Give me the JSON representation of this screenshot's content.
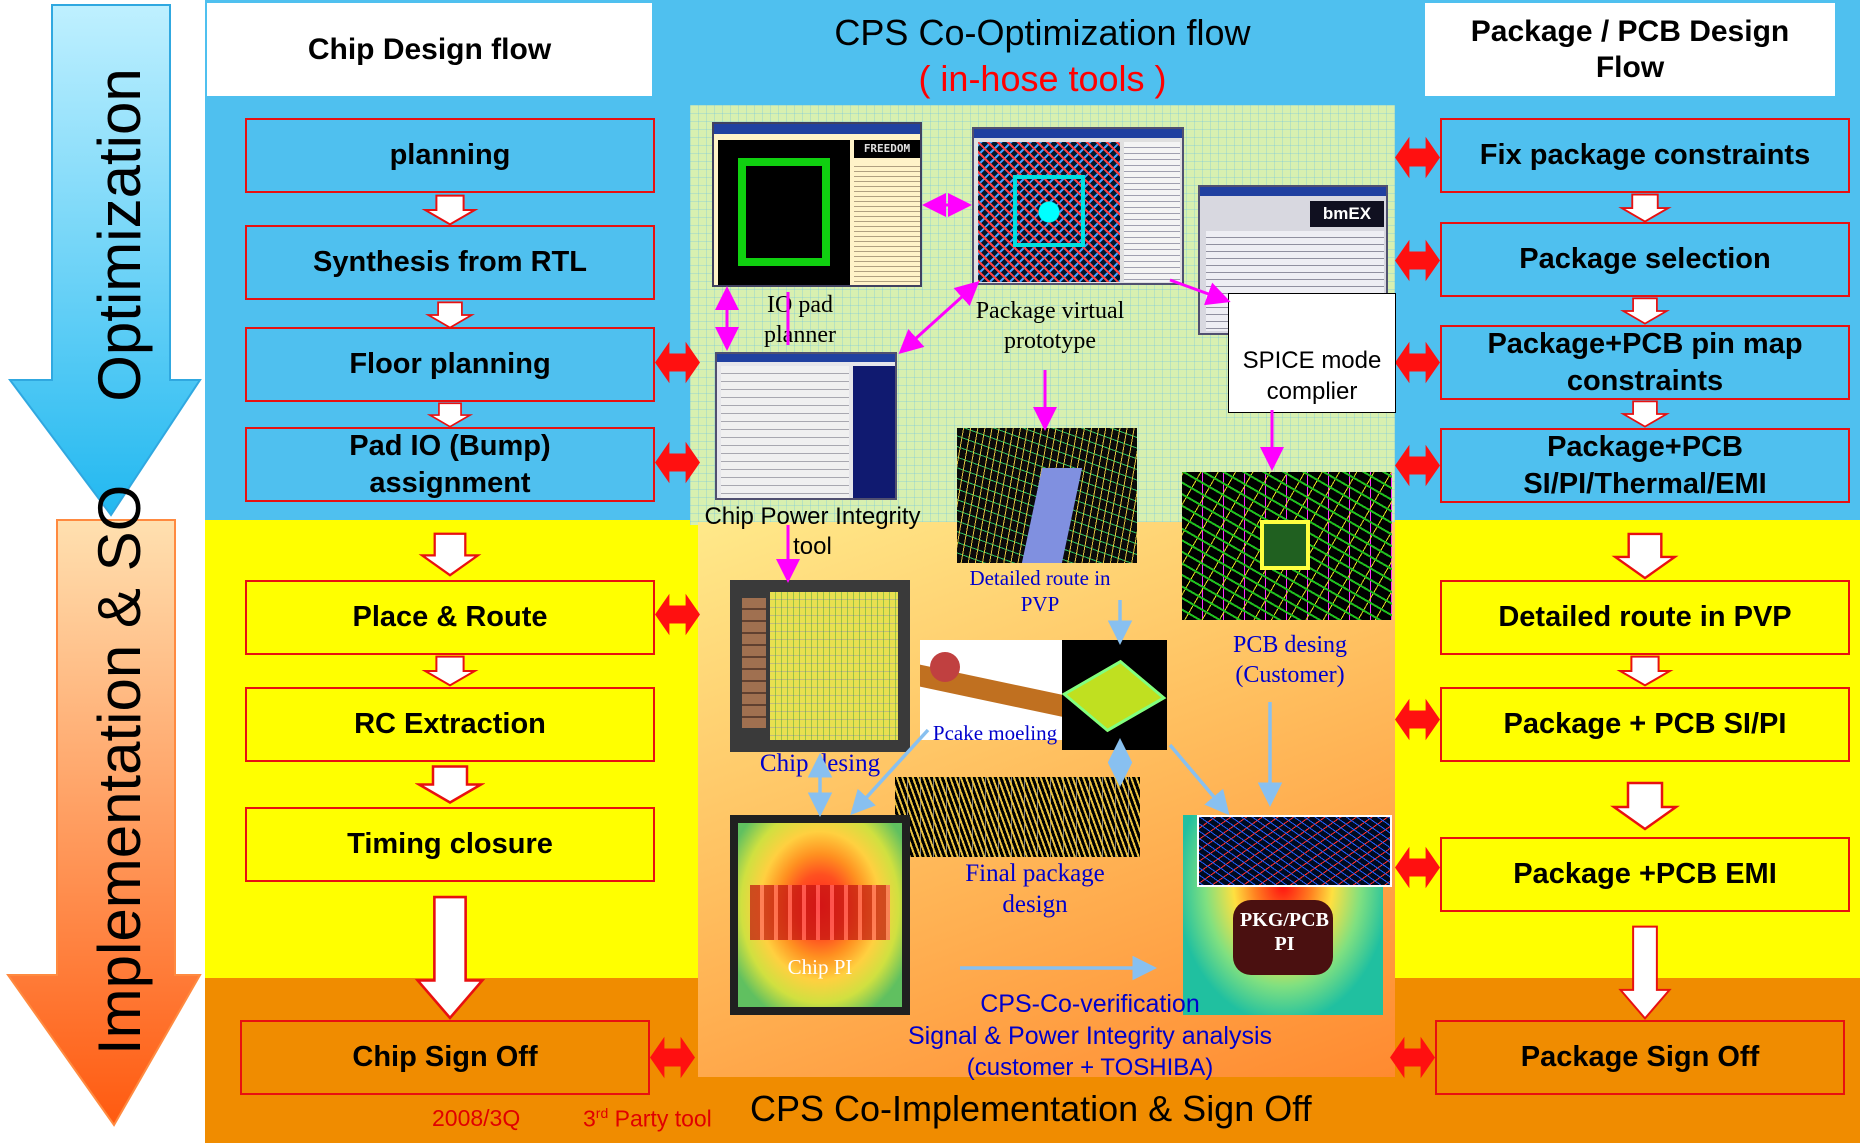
{
  "side_labels": {
    "top": "Optimization",
    "bottom": "Implementation & SO"
  },
  "headers": {
    "chip": "Chip Design flow",
    "center_title": "CPS Co-Optimization flow",
    "center_subtitle": "( in-hose tools )",
    "package": "Package / PCB Design Flow"
  },
  "chip_flow": [
    "planning",
    "Synthesis from RTL",
    "Floor planning",
    "Pad IO (Bump) assignment",
    "Place & Route",
    "RC Extraction",
    "Timing closure",
    "Chip Sign Off"
  ],
  "package_flow": [
    "Fix package constraints",
    "Package selection",
    "Package+PCB pin map constraints",
    "Package+PCB SI/PI/Thermal/EMI",
    "Detailed route in PVP",
    "Package + PCB SI/PI",
    "Package +PCB EMI",
    "Package Sign Off"
  ],
  "tools": {
    "io_pad_planner": "IO pad planner",
    "package_virtual_prototype": "Package virtual prototype",
    "spice_compiler": "SPICE mode complier",
    "chip_power_integrity": "Chip Power Integrity tool",
    "detailed_route_pvp": "Detailed route in PVP",
    "pcb_design": "PCB desing (Customer)",
    "chip_design": "Chip desing",
    "package_modeling": "Pcake moeling",
    "final_package_design": "Final package design",
    "chip_pi": "Chip PI",
    "pkg_pcb_pi": "PKG/PCB PI",
    "freedom_logo": "FREEDOM",
    "bmex_logo": "bmEX"
  },
  "co_verification": {
    "title": "CPS-Co-verification",
    "line1": "Signal & Power Integrity analysis",
    "line2": "(customer + TOSHIBA)"
  },
  "footer": {
    "date": "2008/3Q",
    "third_party_prefix": "3",
    "third_party_sup": "rd",
    "third_party_suffix": " Party tool",
    "title": "CPS Co-Implementation & Sign Off"
  },
  "colors": {
    "blue_band": "#4fc0ef",
    "yellow_band": "#ffff00",
    "orange_band": "#f08c00",
    "box_border": "#e81010",
    "link_arrow": "#ff00ff",
    "flow_arrow": "#88c0f0"
  }
}
